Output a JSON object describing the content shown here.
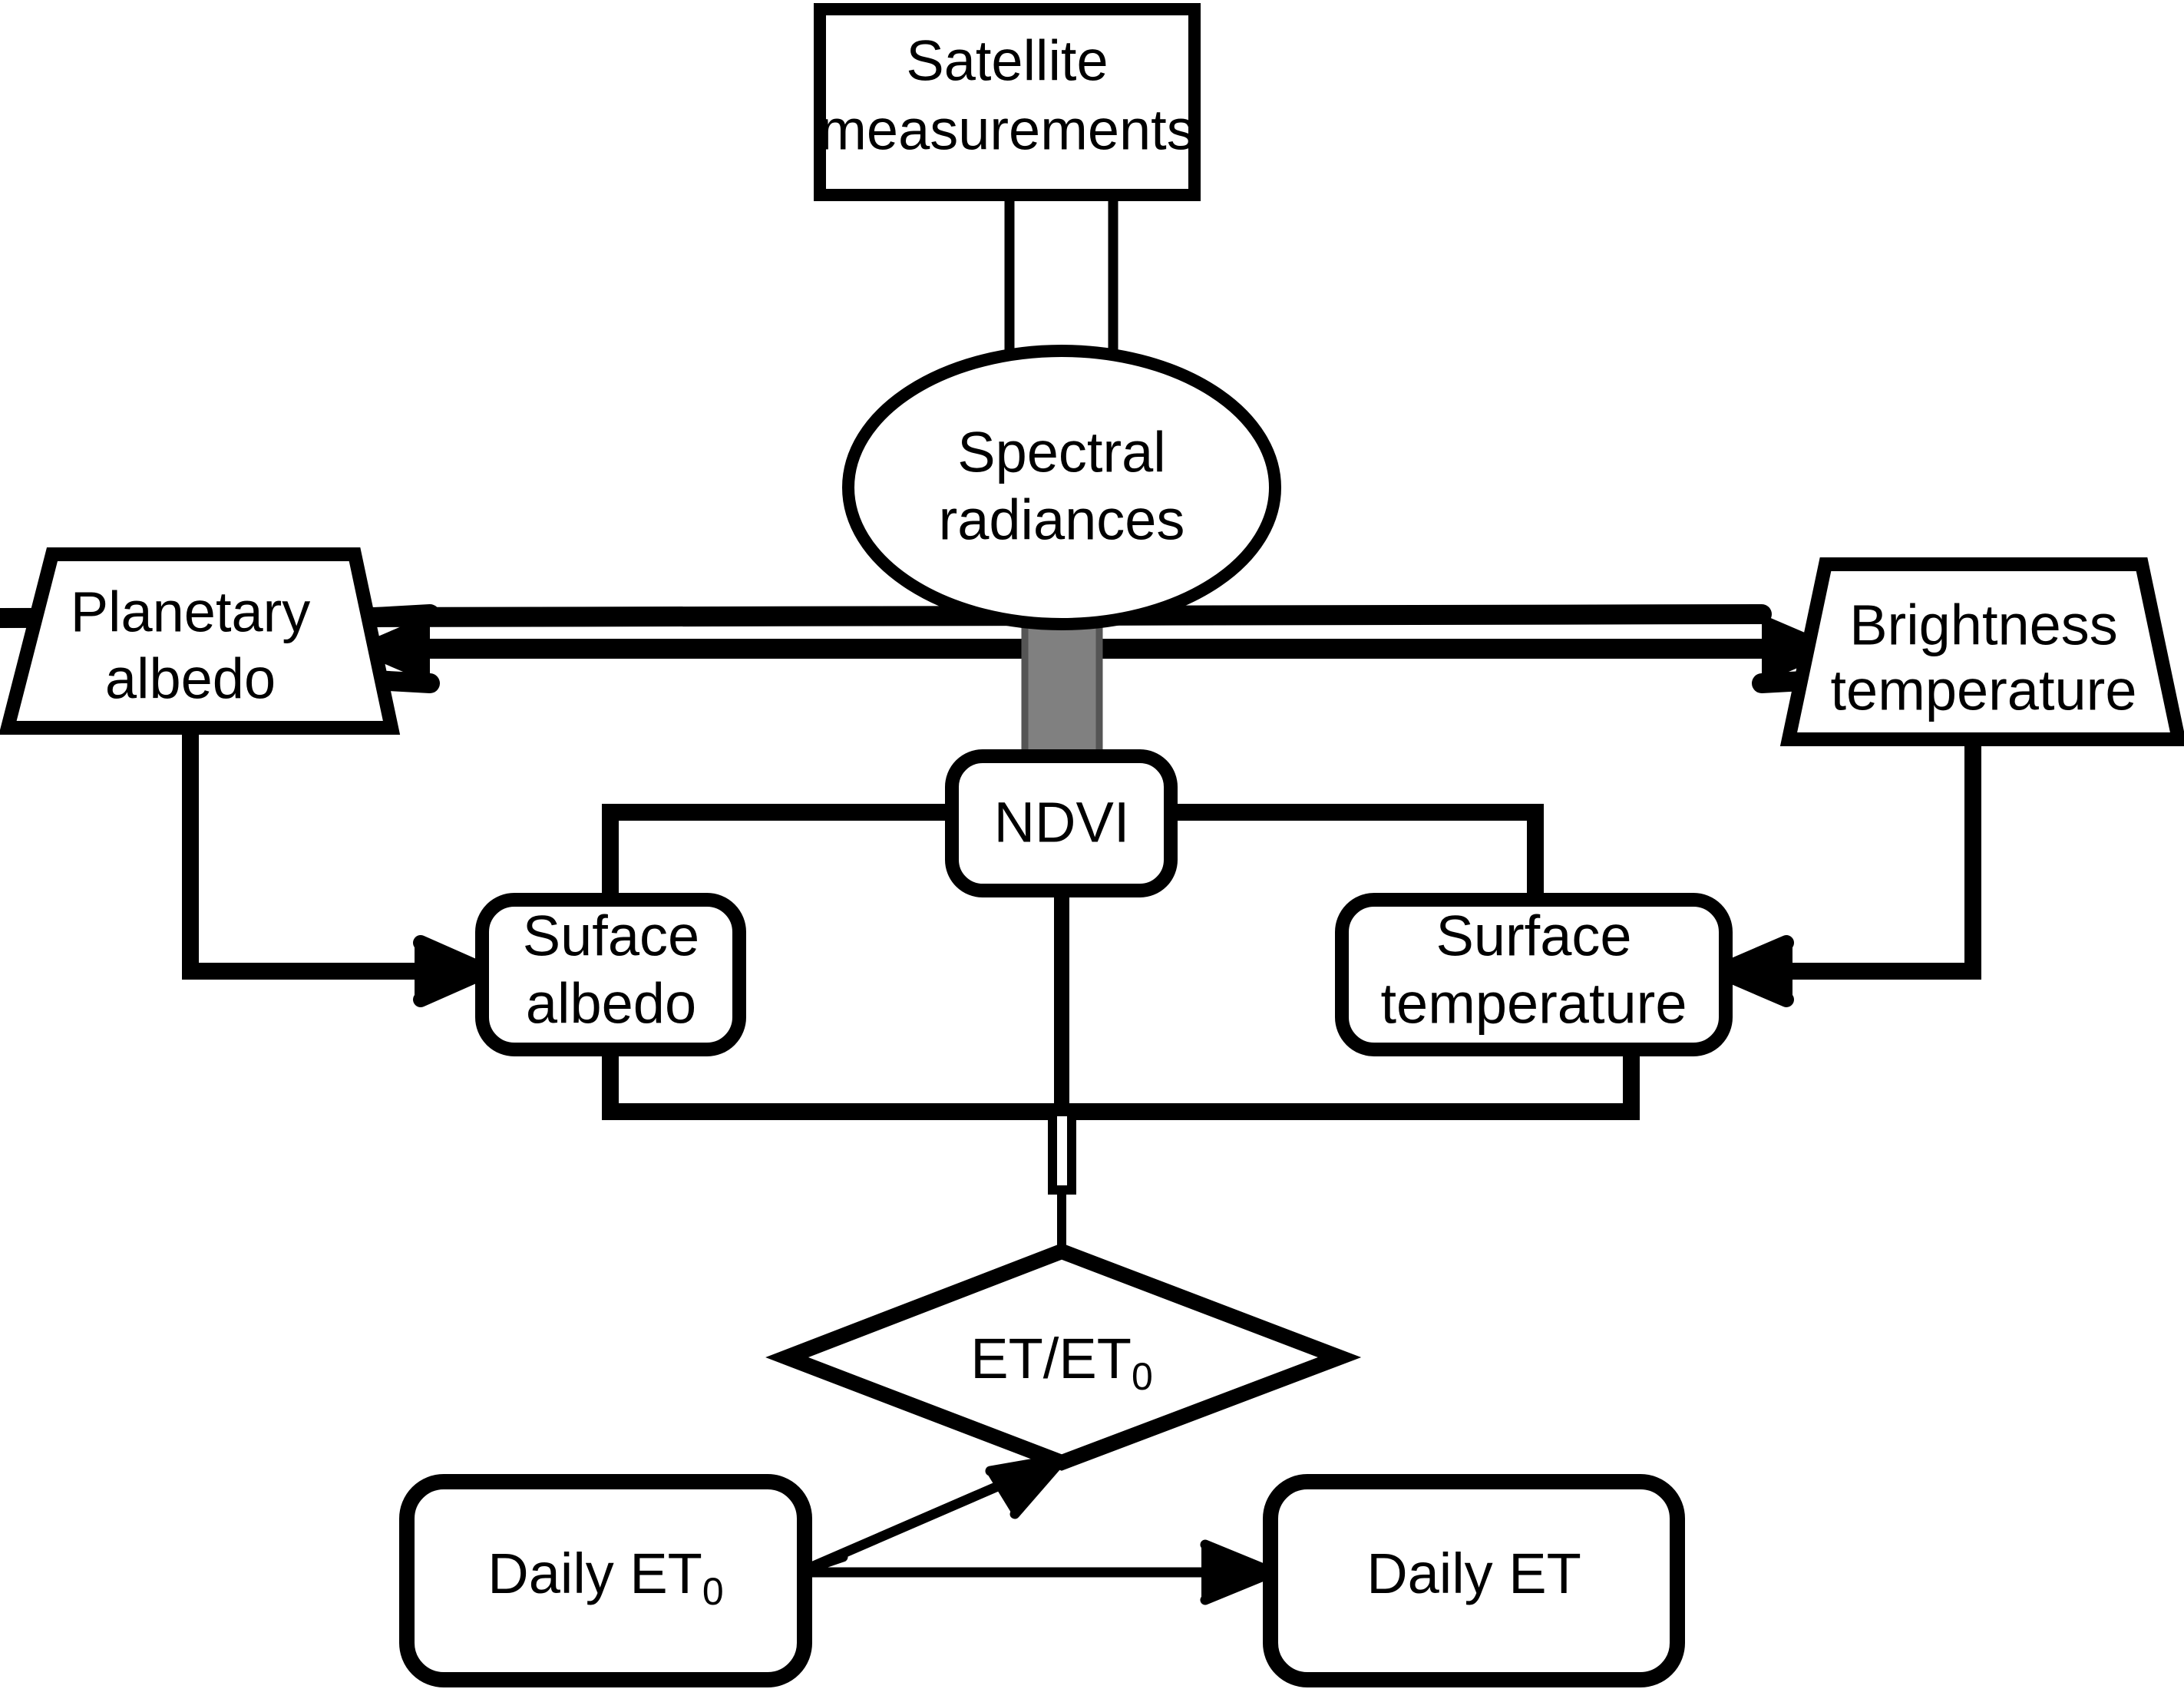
{
  "diagram": {
    "title": "Satellite-based evapotranspiration estimation flowchart",
    "background_color": "#ffffff",
    "line_color": "#000000",
    "accent_gray": "#808080",
    "nodes": {
      "satellite_measurements": {
        "label_line1": "Satellite",
        "label_line2": "measurements",
        "shape": "rectangle"
      },
      "spectral_radiances": {
        "label_line1": "Spectral",
        "label_line2": "radiances",
        "shape": "ellipse"
      },
      "planetary_albedo": {
        "label_line1": "Planetary",
        "label_line2": "albedo",
        "shape": "trapezoid"
      },
      "brightness_temperature": {
        "label_line1": "Brightness",
        "label_line2": "temperature",
        "shape": "trapezoid"
      },
      "ndvi": {
        "label": "NDVI",
        "shape": "rounded-rectangle"
      },
      "surface_albedo": {
        "label_line1": "Suface",
        "label_line2": "albedo",
        "shape": "rounded-rectangle"
      },
      "surface_temperature": {
        "label_line1": "Surface",
        "label_line2": "temperature",
        "shape": "rounded-rectangle"
      },
      "et_ratio": {
        "label_main": "ET/ET",
        "label_sub": "0",
        "shape": "diamond"
      },
      "daily_et0": {
        "label_main": "Daily ET",
        "label_sub": "0",
        "shape": "rounded-rectangle"
      },
      "daily_et": {
        "label_main": "Daily ET",
        "label_sub": "",
        "shape": "rounded-rectangle"
      }
    },
    "edges": [
      {
        "id": "sat-to-radiances",
        "from": "satellite_measurements",
        "to": "spectral_radiances",
        "style": "hollow-block-arrow"
      },
      {
        "id": "radiances-to-ndvi",
        "from": "spectral_radiances",
        "to": "ndvi",
        "style": "gray-block-arrow"
      },
      {
        "id": "radiances-to-planetary-albedo",
        "from": "spectral_radiances",
        "to": "planetary_albedo",
        "style": "thick-arrow-left"
      },
      {
        "id": "radiances-to-brightness-temperature",
        "from": "spectral_radiances",
        "to": "brightness_temperature",
        "style": "thick-arrow-right"
      },
      {
        "id": "planetary-albedo-to-surface-albedo",
        "from": "planetary_albedo",
        "to": "surface_albedo",
        "style": "elbow-arrow"
      },
      {
        "id": "brightness-temperature-to-surface-temperature",
        "from": "brightness_temperature",
        "to": "surface_temperature",
        "style": "elbow-arrow"
      },
      {
        "id": "ndvi-to-surface-albedo",
        "from": "ndvi",
        "to": "surface_albedo",
        "style": "elbow-line"
      },
      {
        "id": "ndvi-to-surface-temperature",
        "from": "ndvi",
        "to": "surface_temperature",
        "style": "elbow-line"
      },
      {
        "id": "inputs-to-et-ratio",
        "from": "ndvi",
        "to": "et_ratio",
        "style": "bus-line"
      },
      {
        "id": "daily-et0-to-et-ratio",
        "from": "daily_et0",
        "to": "et_ratio",
        "style": "thin-diagonal-arrow"
      },
      {
        "id": "daily-et0-to-daily-et",
        "from": "daily_et0",
        "to": "daily_et",
        "style": "thin-arrow-right"
      }
    ]
  }
}
